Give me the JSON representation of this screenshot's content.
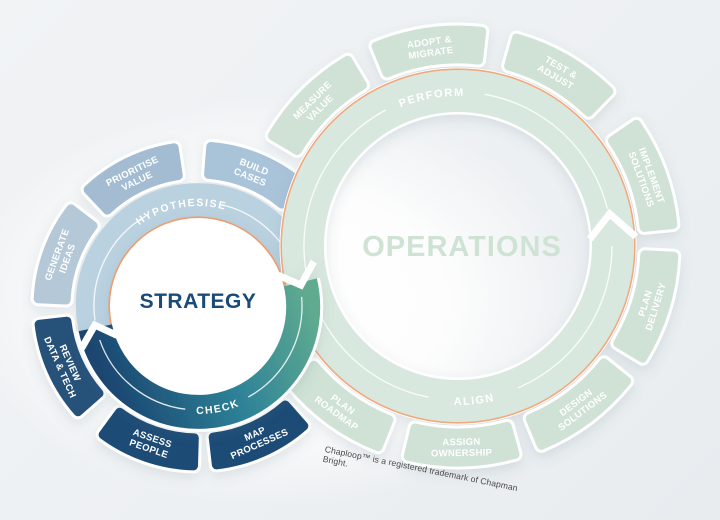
{
  "footnote": "Chaploop™ is a registered trademark of Chapman Bright.",
  "colors": {
    "background_edge": "#e8ecef",
    "background_center": "#ffffff",
    "strategy_center_text": "#1a4b78",
    "operations_center_text": "#cfe3d5",
    "strategy_ring_top": "#bad1e0",
    "strategy_ring_gradient": [
      "#60ab90",
      "#2e8398",
      "#1a4570"
    ],
    "operations_ring": "#d9e8de",
    "operations_petal": "#cfe2d5",
    "orange_accent_strategy": "#ee9d6e",
    "orange_accent_operations": "#f0a87c",
    "ring_label_text": "#ffffff",
    "petal_label_text": "#ffffff"
  },
  "strategy": {
    "center_label": "STRATEGY",
    "ring_labels": [
      {
        "text": "HYPOTHESISE",
        "pos": "top"
      },
      {
        "text": "CHECK",
        "pos": "bottom"
      }
    ],
    "petals": [
      {
        "label": "BUILD CASES",
        "lines": [
          "BUILD",
          "CASES"
        ],
        "angle": 22,
        "color": "#a9c3d9"
      },
      {
        "label": "PRIORITISE VALUE",
        "lines": [
          "PRIORITISE",
          "VALUE"
        ],
        "angle": -26,
        "color": "#a3bcd2"
      },
      {
        "label": "GENERATE IDEAS",
        "lines": [
          "GENERATE",
          "IDEAS"
        ],
        "angle": -70,
        "color": "#b5c8d8"
      },
      {
        "label": "REVIEW DATA & TECH",
        "lines": [
          "REVIEW",
          "DATA & TECH"
        ],
        "angle": -114,
        "color": "#265179"
      },
      {
        "label": "ASSESS PEOPLE",
        "lines": [
          "ASSESS",
          "PEOPLE"
        ],
        "angle": -161,
        "color": "#1e4b76"
      },
      {
        "label": "MAP PROCESSES",
        "lines": [
          "MAP",
          "PROCESSES"
        ],
        "angle": 156,
        "color": "#1e4b76"
      }
    ]
  },
  "operations": {
    "center_label": "OPERATIONS",
    "ring_labels": [
      {
        "text": "PERFORM",
        "pos": "top"
      },
      {
        "text": "ALIGN",
        "pos": "bottom"
      }
    ],
    "petals": [
      {
        "label": "MEASURE VALUE",
        "lines": [
          "MEASURE",
          "VALUE"
        ],
        "angle": -45,
        "color": "#cfe2d5"
      },
      {
        "label": "ADOPT & MIGRATE",
        "lines": [
          "ADOPT &",
          "MIGRATE"
        ],
        "angle": -8,
        "color": "#cfe2d5"
      },
      {
        "label": "TEST & ADJUST",
        "lines": [
          "TEST &",
          "ADJUST"
        ],
        "angle": 30,
        "color": "#cfe2d5"
      },
      {
        "label": "IMPLEMENT SOLUTIONS",
        "lines": [
          "IMPLEMENT",
          "SOLUTIONS"
        ],
        "angle": 70,
        "color": "#cfe2d5"
      },
      {
        "label": "PLAN DELIVERY",
        "lines": [
          "PLAN",
          "DELIVERY"
        ],
        "angle": 107,
        "color": "#cfe2d5"
      },
      {
        "label": "DESIGN SOLUTIONS",
        "lines": [
          "DESIGN",
          "SOLUTIONS"
        ],
        "angle": 143,
        "color": "#cfe2d5"
      },
      {
        "label": "ASSIGN OWNERSHIP",
        "lines": [
          "ASSIGN",
          "OWNERSHIP"
        ],
        "angle": 179,
        "color": "#cfe2d5"
      },
      {
        "label": "PLAN ROADMAP",
        "lines": [
          "PLAN",
          "ROADMAP"
        ],
        "angle": 216,
        "color": "#cfe2d5"
      }
    ]
  },
  "flow_arrows": [
    {
      "ring": "strategy",
      "apex": 259.5,
      "back": 250,
      "direction": "clockwise"
    },
    {
      "ring": "strategy",
      "apex": 78.5,
      "back": 69,
      "direction": "clockwise"
    },
    {
      "ring": "operations",
      "apex": 78,
      "back": 87,
      "direction": "counter-clockwise"
    }
  ]
}
